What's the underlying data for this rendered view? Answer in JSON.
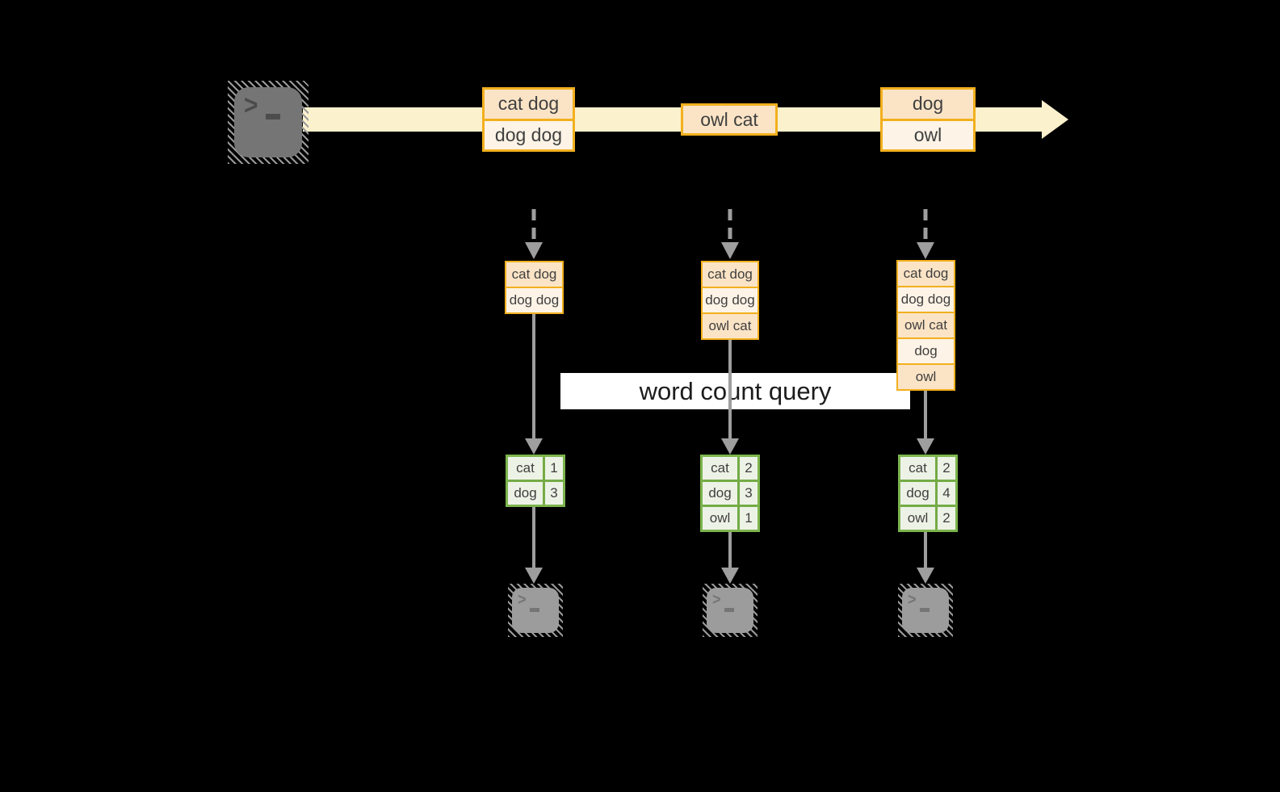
{
  "diagram": {
    "query_label": "word count query",
    "colors": {
      "background": "#000000",
      "stream_fill": "#fcf1cd",
      "record_border": "#f2b01e",
      "record_fill_dark": "#fbe4c6",
      "record_fill_light": "#fdf3e6",
      "table_border": "#74ab46",
      "table_fill": "#edf2e6",
      "arrow_gray": "#9e9e9e",
      "text": "#3f3f3f"
    },
    "producer": {
      "icon": "terminal-icon"
    },
    "stream": {
      "batches": [
        {
          "lines": [
            "cat dog",
            "dog dog"
          ]
        },
        {
          "lines": [
            "owl cat"
          ]
        },
        {
          "lines": [
            "dog",
            "owl"
          ]
        }
      ]
    },
    "columns": [
      {
        "stack": [
          "cat dog",
          "dog dog"
        ],
        "counts": [
          {
            "word": "cat",
            "count": "1"
          },
          {
            "word": "dog",
            "count": "3"
          }
        ],
        "consumer_icon": "terminal-icon"
      },
      {
        "stack": [
          "cat dog",
          "dog dog",
          "owl cat"
        ],
        "counts": [
          {
            "word": "cat",
            "count": "2"
          },
          {
            "word": "dog",
            "count": "3"
          },
          {
            "word": "owl",
            "count": "1"
          }
        ],
        "consumer_icon": "terminal-icon"
      },
      {
        "stack": [
          "cat dog",
          "dog dog",
          "owl cat",
          "dog",
          "owl"
        ],
        "counts": [
          {
            "word": "cat",
            "count": "2"
          },
          {
            "word": "dog",
            "count": "4"
          },
          {
            "word": "owl",
            "count": "2"
          }
        ],
        "consumer_icon": "terminal-icon"
      }
    ]
  }
}
